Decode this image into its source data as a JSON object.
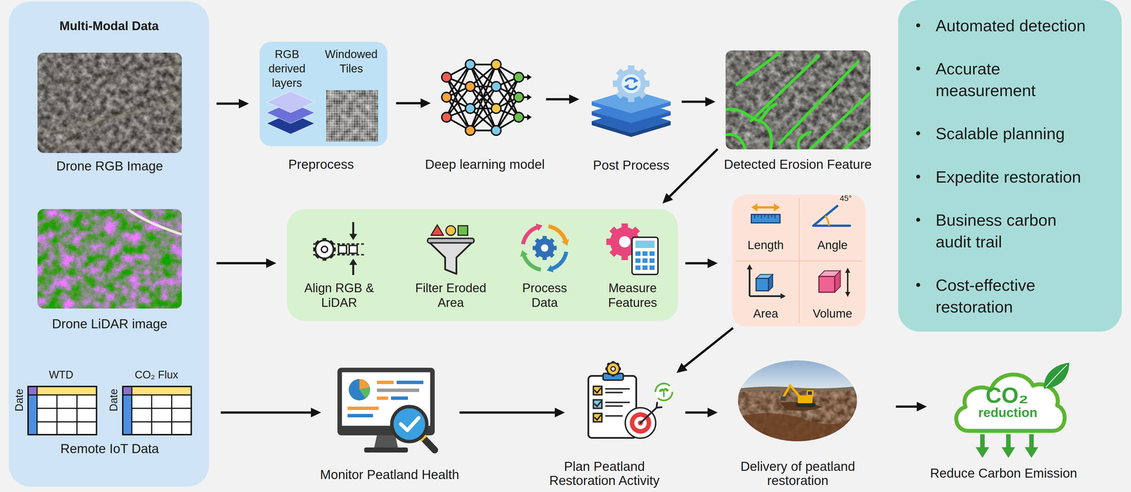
{
  "diagram": {
    "nodes": [
      {
        "text": [
          "Multi-Modal Data"
        ]
      },
      {
        "text": [
          "Drone RGB Image"
        ],
        "in": 0
      },
      {
        "text": [
          "Drone LiDAR image"
        ],
        "in": 0
      },
      {
        "text": [
          "Remote IoT Data"
        ],
        "in": 0
      },
      {
        "text": [
          "RGB derived layers",
          "Windowed Tiles",
          "Preprocess"
        ]
      },
      {
        "text": [
          "Deep learning model"
        ]
      },
      {
        "text": [
          "Post Process"
        ]
      },
      {
        "text": [
          "Detected Erosion Feature"
        ]
      },
      {
        "text": []
      },
      {
        "text": [
          "Align RGB & LiDAR"
        ],
        "in": 8
      },
      {
        "text": [
          "Filter Eroded Area"
        ],
        "in": 8
      },
      {
        "text": [
          "Process Data"
        ],
        "in": 8
      },
      {
        "text": [
          "Measure Features"
        ],
        "in": 8
      },
      {
        "text": []
      },
      {
        "text": [
          "Length"
        ],
        "in": 13
      },
      {
        "text": [
          "Angle"
        ],
        "in": 13
      },
      {
        "text": [
          "Area"
        ],
        "in": 13
      },
      {
        "text": [
          "Volume"
        ],
        "in": 13
      },
      {
        "text": [
          "Automated detection",
          "Accurate measurement",
          "Scalable planning",
          "Expedite restoration",
          "Business carbon audit trail",
          "Cost-effective restoration"
        ]
      },
      {
        "text": [
          "Monitor Peatland Health"
        ]
      },
      {
        "text": [
          "Plan Peatland Restoration Activity"
        ]
      },
      {
        "text": [
          "Delivery of peatland restoration"
        ]
      },
      {
        "text": [
          "CO₂",
          "reduction",
          "Reduce Carbon Emission"
        ]
      }
    ],
    "edges": [
      {
        "from": 1,
        "to": 4,
        "arrow": "to"
      },
      {
        "from": 4,
        "to": 5,
        "arrow": "to"
      },
      {
        "from": 5,
        "to": 6,
        "arrow": "to"
      },
      {
        "from": 6,
        "to": 7,
        "arrow": "to"
      },
      {
        "from": 7,
        "to": 8,
        "arrow": "to"
      },
      {
        "from": 2,
        "to": 8,
        "arrow": "to"
      },
      {
        "from": 8,
        "to": 13,
        "arrow": "to"
      },
      {
        "from": 13,
        "to": 20,
        "arrow": "to"
      },
      {
        "from": 3,
        "to": 19,
        "arrow": "to"
      },
      {
        "from": 19,
        "to": 20,
        "arrow": "to"
      },
      {
        "from": 20,
        "to": 21,
        "arrow": "to"
      },
      {
        "from": 21,
        "to": 22,
        "arrow": "to"
      }
    ],
    "labels": [
      "WTD",
      "CO₂ Flux",
      "Date",
      "Date",
      "45°"
    ]
  }
}
